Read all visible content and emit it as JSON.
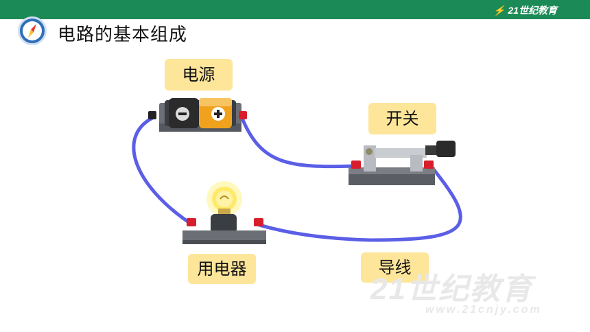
{
  "header": {
    "brand_text": "21世纪教育",
    "bar_color": "#1c8a57"
  },
  "slide": {
    "title": "电路的基本组成",
    "title_icon": "compass-icon"
  },
  "labels": {
    "power": "电源",
    "switch": "开关",
    "load": "用电器",
    "wire": "导线",
    "label_color": "#fde59a"
  },
  "battery": {
    "minus": "−",
    "plus": "+"
  },
  "watermark": {
    "big": "21世纪教育",
    "url": "www.21cnjy.com"
  },
  "colors": {
    "wire": "#5b5ee6",
    "terminal": "#d81e2a",
    "base": "#6b6f75"
  }
}
